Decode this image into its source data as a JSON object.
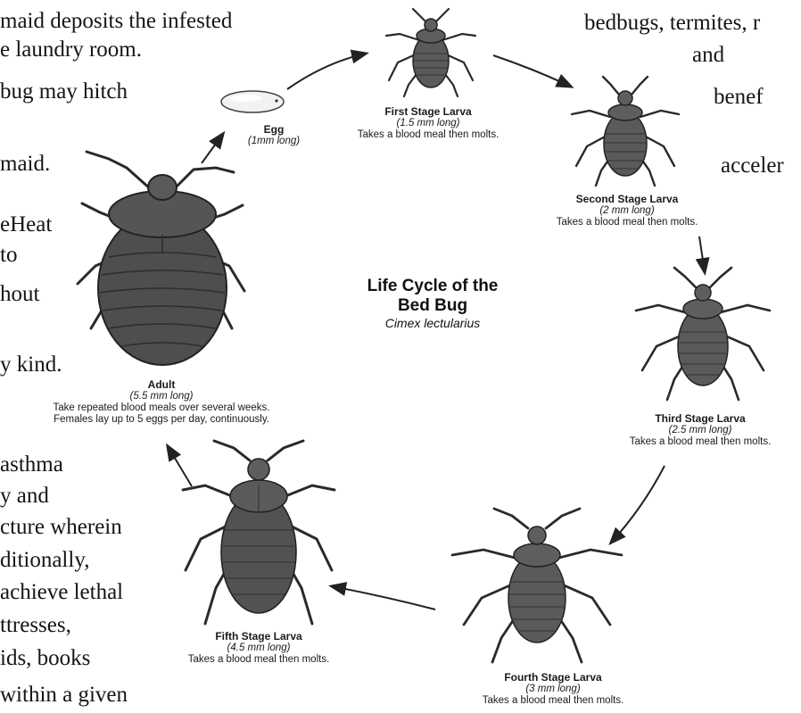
{
  "background_text": {
    "left": [
      "maid deposits the infested",
      "e laundry room.",
      "bug may hitch",
      "maid.",
      "eHeat",
      "to",
      "hout",
      "y kind.",
      "asthma",
      "y and",
      "cture wherein",
      "ditionally,",
      "achieve lethal",
      "ttresses,",
      "ids, books",
      "within a given"
    ],
    "right": [
      "bedbugs, termites, r",
      "and",
      "benef",
      "acceler"
    ]
  },
  "diagram": {
    "title_line1": "Life Cycle of the",
    "title_line2": "Bed Bug",
    "scientific_name": "Cimex lectularius",
    "stages": [
      {
        "name": "Egg",
        "size": "(1mm long)",
        "desc": ""
      },
      {
        "name": "First Stage Larva",
        "size": "(1.5 mm long)",
        "desc": "Takes a blood meal then molts."
      },
      {
        "name": "Second Stage Larva",
        "size": "(2 mm long)",
        "desc": "Takes a blood meal then molts."
      },
      {
        "name": "Third Stage Larva",
        "size": "(2.5 mm long)",
        "desc": "Takes a blood meal then molts."
      },
      {
        "name": "Fourth Stage Larva",
        "size": "(3 mm long)",
        "desc": "Takes a blood meal then molts."
      },
      {
        "name": "Fifth Stage Larva",
        "size": "(4.5 mm long)",
        "desc": "Takes a blood meal then molts."
      },
      {
        "name": "Adult",
        "size": "(5.5 mm long)",
        "desc": "Take repeated blood meals over several weeks.",
        "desc2": "Females lay up to 5 eggs per day, continuously."
      }
    ]
  }
}
